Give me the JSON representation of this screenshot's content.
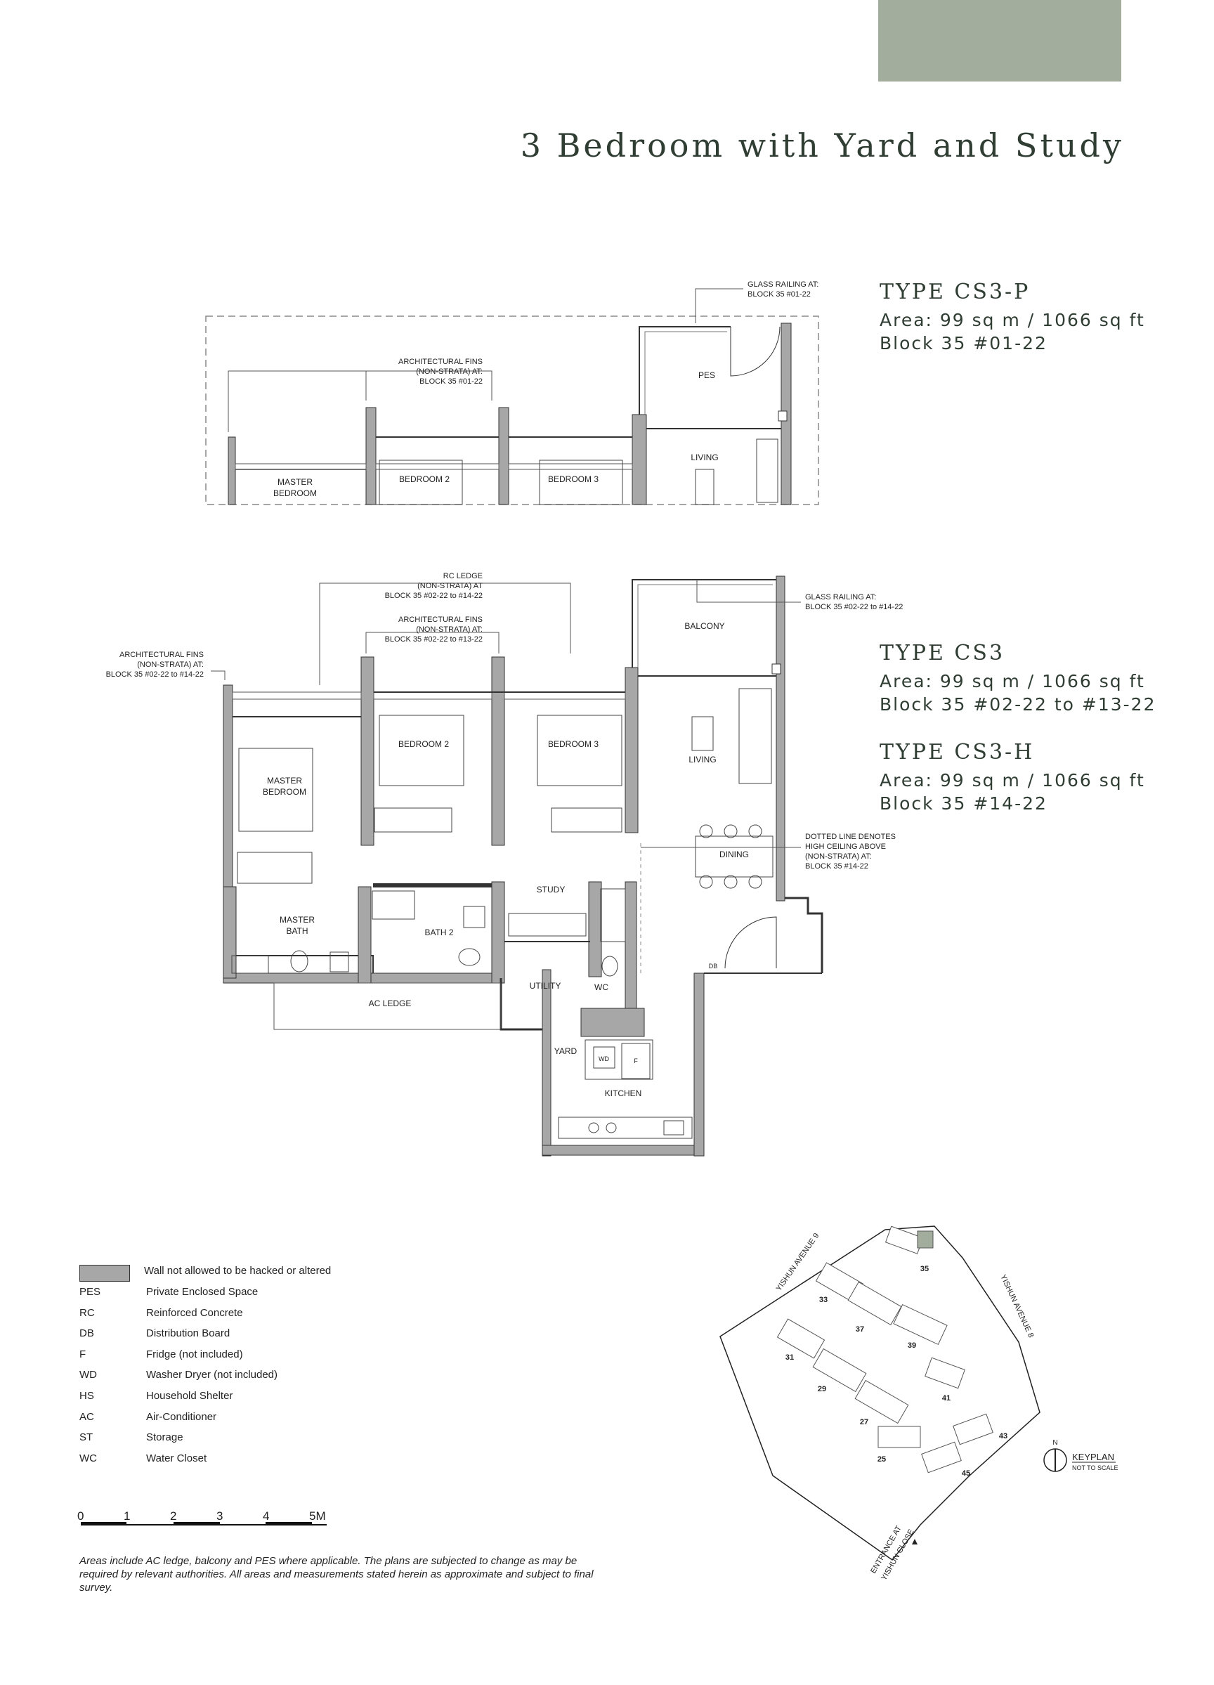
{
  "page": {
    "title": "3 Bedroom with Yard and Study"
  },
  "types": [
    {
      "name": "TYPE CS3-P",
      "area": "Area: 99 sq m / 1066 sq ft",
      "block": "Block 35 #01-22"
    },
    {
      "name": "TYPE CS3",
      "area": "Area: 99 sq m / 1066 sq ft",
      "block": "Block 35 #02-22 to #13-22"
    },
    {
      "name": "TYPE CS3-H",
      "area": "Area: 99 sq m / 1066 sq ft",
      "block": "Block 35 #14-22"
    }
  ],
  "plan_p": {
    "glass_railing": [
      "GLASS RAILING AT:",
      "BLOCK 35 #01-22"
    ],
    "arch_fins": [
      "ARCHITECTURAL FINS",
      "(NON-STRATA) AT:",
      "BLOCK 35 #01-22"
    ],
    "rooms": {
      "pes": "PES",
      "living": "LIVING",
      "master": [
        "MASTER",
        "BEDROOM"
      ],
      "bed2": "BEDROOM 2",
      "bed3": "BEDROOM 3"
    }
  },
  "plan_main": {
    "rc_ledge": [
      "RC LEDGE",
      "(NON-STRATA) AT",
      "BLOCK 35 #02-22 to #14-22"
    ],
    "arch_fins_mid": [
      "ARCHITECTURAL FINS",
      "(NON-STRATA) AT:",
      "BLOCK 35 #02-22 to #13-22"
    ],
    "arch_fins_left": [
      "ARCHITECTURAL FINS",
      "(NON-STRATA) AT:",
      "BLOCK 35 #02-22 to #14-22"
    ],
    "glass_railing": [
      "GLASS RAILING AT:",
      "BLOCK 35 #02-22 to #14-22"
    ],
    "dotted_line": [
      "DOTTED LINE DENOTES",
      "HIGH CEILING ABOVE",
      "(NON-STRATA) AT:",
      "BLOCK 35 #14-22"
    ],
    "rooms": {
      "balcony": "BALCONY",
      "living": "LIVING",
      "dining": "DINING",
      "master": [
        "MASTER",
        "BEDROOM"
      ],
      "bed2": "BEDROOM 2",
      "bed3": "BEDROOM 3",
      "study": "STUDY",
      "master_bath": [
        "MASTER",
        "BATH"
      ],
      "bath2": "BATH 2",
      "utility": "UTILITY",
      "wc": "WC",
      "yard": "YARD",
      "kitchen": "KITCHEN",
      "ac_ledge": "AC LEDGE",
      "db": "DB",
      "wd": "WD",
      "f": "F"
    }
  },
  "legend": {
    "swatch_label": "Wall not allowed to be hacked or altered",
    "items": [
      {
        "abbr": "PES",
        "desc": "Private Enclosed Space"
      },
      {
        "abbr": "RC",
        "desc": "Reinforced Concrete"
      },
      {
        "abbr": "DB",
        "desc": "Distribution Board"
      },
      {
        "abbr": "F",
        "desc": "Fridge (not included)"
      },
      {
        "abbr": "WD",
        "desc": "Washer Dryer (not included)"
      },
      {
        "abbr": "HS",
        "desc": "Household Shelter"
      },
      {
        "abbr": "AC",
        "desc": "Air-Conditioner"
      },
      {
        "abbr": "ST",
        "desc": "Storage"
      },
      {
        "abbr": "WC",
        "desc": "Water Closet"
      }
    ]
  },
  "scale": {
    "labels": [
      "0",
      "1",
      "2",
      "3",
      "4",
      "5M"
    ]
  },
  "disclaimer": "Areas include AC ledge, balcony and PES where applicable. The plans are subjected to change as may be required by relevant authorities. All areas and measurements stated herein as approximate and subject to final survey.",
  "keyplan": {
    "label": "KEYPLAN",
    "note": "NOT TO SCALE",
    "north": "N",
    "roads": {
      "ave9": "YISHUN AVENUE 9",
      "ave8": "YISHUN AVENUE 8",
      "entrance": [
        "ENTRANCE AT",
        "YISHUN CLOSE"
      ]
    },
    "blocks": [
      "35",
      "33",
      "37",
      "39",
      "31",
      "29",
      "27",
      "25",
      "41",
      "43",
      "45"
    ]
  },
  "colors": {
    "wall_grey": "#a7a7a7",
    "accent_green": "#a3ad9e",
    "title_green": "#2f3d33"
  }
}
